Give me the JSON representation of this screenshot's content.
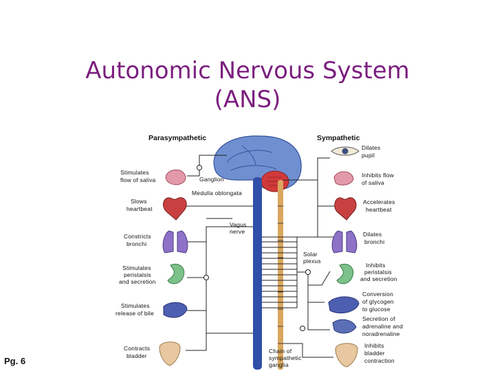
{
  "slide": {
    "title_line1": "Autonomic Nervous System",
    "title_line2": "(ANS)",
    "page_number": "Pg. 6"
  },
  "diagram": {
    "parasympathetic_header": "Parasympathetic",
    "sympathetic_header": "Sympathetic",
    "ganglion": "Ganglion",
    "medulla": "Medulla oblongata",
    "vagus": [
      "Vagus",
      "nerve"
    ],
    "solar_plexus": [
      "Solar",
      "plexus"
    ],
    "chain": [
      "Chain of",
      "sympathetic",
      "ganglia"
    ],
    "left_labels": [
      [
        "Stimulates",
        "flow of saliva"
      ],
      [
        "Slows",
        "heartbeat"
      ],
      [
        "Constricts",
        "bronchi"
      ],
      [
        "Stimulates",
        "peristalsis",
        "and secretion"
      ],
      [
        "Stimulates",
        "release of bile"
      ],
      [
        "Contracts",
        "bladder"
      ]
    ],
    "right_labels": [
      [
        "Dilates",
        "pupil"
      ],
      [
        "Inhibits flow",
        "of saliva"
      ],
      [
        "Accelerates",
        "heartbeat"
      ],
      [
        "Dilates",
        "bronchi"
      ],
      [
        "Inhibits",
        "peristalsis",
        "and secretion"
      ],
      [
        "Conversion",
        "of glycogen",
        "to glucose"
      ],
      [
        "Secretion of",
        "adrenaline and",
        "noradrenaline"
      ],
      [
        "Inhibits",
        "bladder",
        "contraction"
      ]
    ]
  },
  "colors": {
    "title": "#7b1f7e",
    "brain": "#6f8fd0",
    "spinal_cord": "#2f4fa8",
    "sympathetic_chain": "#d9a760",
    "heart": "#c84040",
    "lung": "#8d72c8",
    "stomach": "#7cc08a",
    "liver": "#4d5fb0",
    "bladder": "#e8c8a0"
  }
}
